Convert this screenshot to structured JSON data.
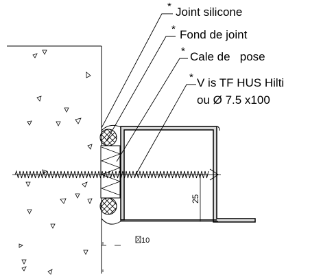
{
  "labels": {
    "joint_silicone": "Joint silicone",
    "fond_de_joint": "Fond de joint",
    "cale_de_pose": "Cale de   pose",
    "vis_line1": "V is TF HUS Hilti",
    "vis_line2": "ou Ø 7.5 x100",
    "marker": "*"
  },
  "dimensions": {
    "height_25": "25",
    "gap_10": "10"
  }
}
